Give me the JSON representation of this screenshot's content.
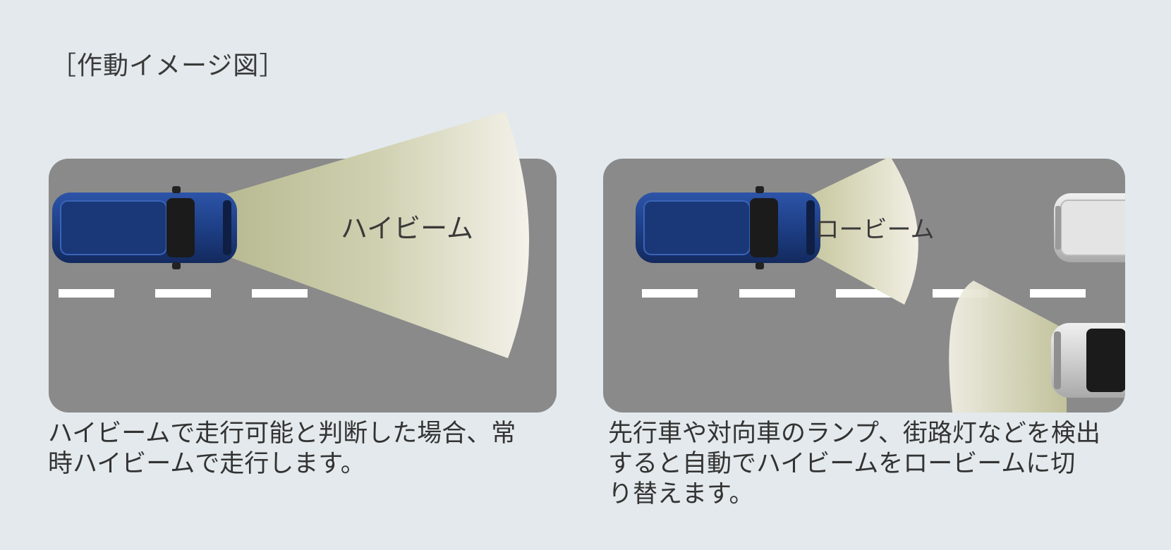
{
  "heading": "［作動イメージ図］",
  "left_panel": {
    "beam_label": "ハイビーム",
    "caption_lines": [
      "ハイビームで走行可能と判断した場合、常",
      "時ハイビームで走行します。"
    ]
  },
  "right_panel": {
    "beam_label": "ロービーム",
    "caption_lines": [
      "先行車や対向車のランプ、街路灯などを検出",
      "すると自動でハイビームをロービームに切",
      "り替えます。"
    ]
  },
  "colors": {
    "background": "#e3e9ec",
    "road": "#8a8a8a",
    "lane_marking": "#ffffff",
    "beam_light": "#f2efe4",
    "beam_dark": "#c0c29c",
    "car_blue": "#1e3f86",
    "car_silver": "#d9d9d9"
  }
}
